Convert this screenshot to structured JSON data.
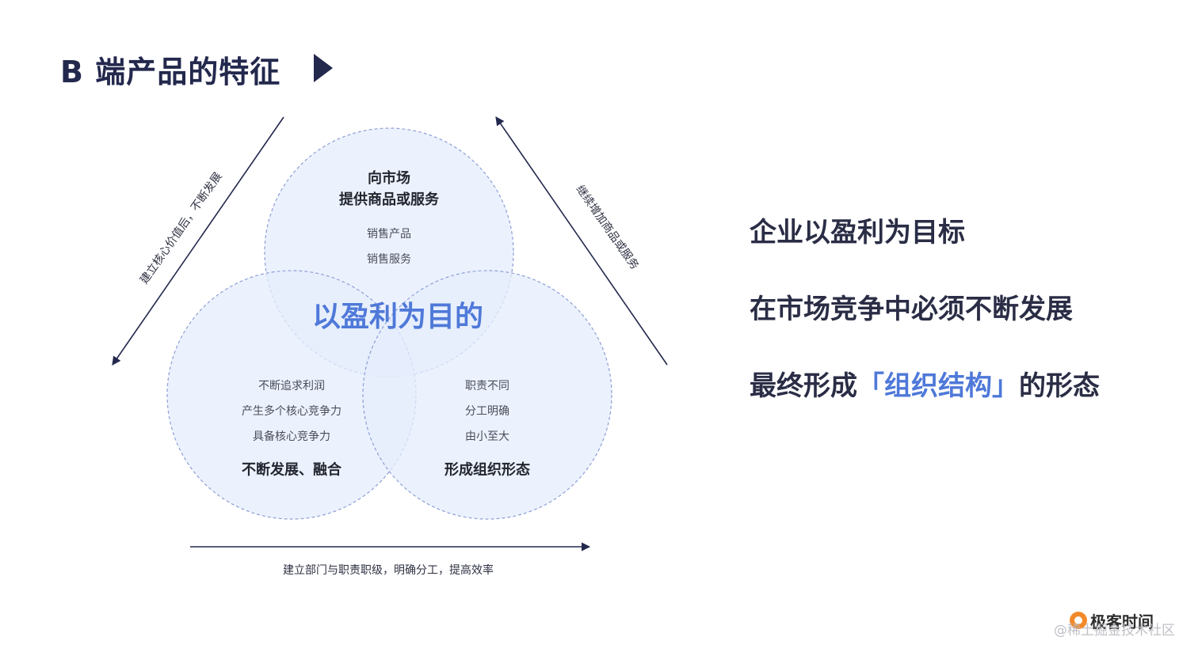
{
  "title": "B 端产品的特征",
  "diagram": {
    "top_circle": {
      "heading_line1": "向市场",
      "heading_line2": "提供商品或服务",
      "items": [
        "销售产品",
        "销售服务"
      ]
    },
    "left_circle": {
      "items": [
        "不断追求利润",
        "产生多个核心竞争力",
        "具备核心竞争力"
      ],
      "heading": "不断发展、融合"
    },
    "right_circle": {
      "items": [
        "职责不同",
        "分工明确",
        "由小至大"
      ],
      "heading": "形成组织形态"
    },
    "center_label": "以盈利为目的",
    "left_arrow_label": "建立核心价值后，不断发展",
    "right_arrow_label": "继续增加商品或服务",
    "bottom_arrow_label": "建立部门与职责职级，明确分工，提高效率",
    "colors": {
      "circle_fill": "#e6edfc",
      "circle_stroke": "#8e9fd6",
      "overlap_accent": "#4f79d9",
      "arrow": "#23284d"
    }
  },
  "statements": {
    "line1": "企业以盈利为目标",
    "line2": "在市场竞争中必须不断发展",
    "line3_prefix": "最终形成",
    "line3_highlight": "「组织结构」",
    "line3_suffix": "的形态"
  },
  "brand": {
    "name": "极客时间",
    "icon": "geektime-logo-icon"
  },
  "watermark": "@稀土掘金技术社区"
}
